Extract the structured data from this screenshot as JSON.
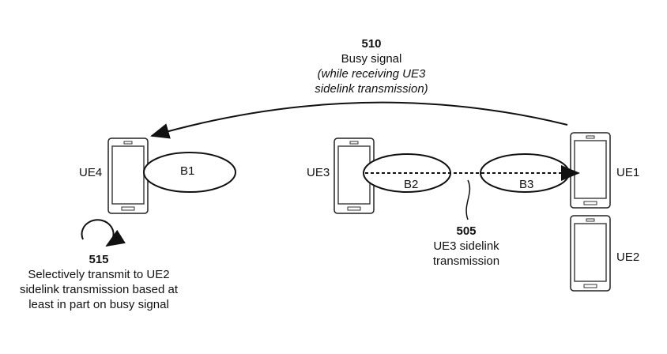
{
  "devices": {
    "ue1": "UE1",
    "ue2": "UE2",
    "ue3": "UE3",
    "ue4": "UE4"
  },
  "beams": {
    "b1": "B1",
    "b2": "B2",
    "b3": "B3"
  },
  "step_510": {
    "number": "510",
    "label": "Busy signal",
    "note_1": "(while receiving UE3",
    "note_2": "sidelink transmission)"
  },
  "step_505": {
    "number": "505",
    "line_1": "UE3 sidelink",
    "line_2": "transmission"
  },
  "step_515": {
    "number": "515",
    "line_1": "Selectively transmit to UE2",
    "line_2": "sidelink transmission based at",
    "line_3": "least in part on busy signal"
  }
}
